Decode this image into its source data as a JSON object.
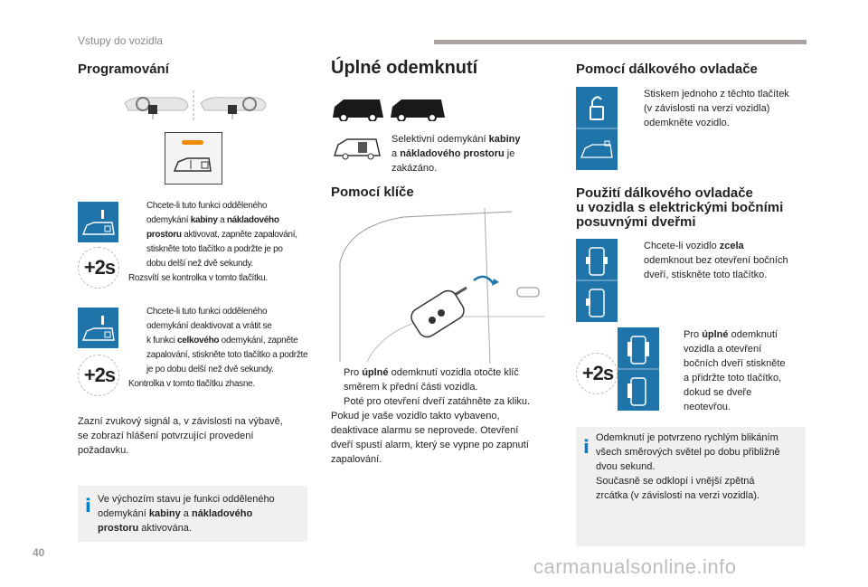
{
  "header": {
    "title": "Vstupy do vozidla"
  },
  "page_number": "40",
  "watermark": "carmanualsonline.info",
  "programming": {
    "heading": "Programování",
    "item1": {
      "bullet": "",
      "line1": "Chcete-li tuto funkci odděleného",
      "line2_pre": "odemykání ",
      "line2_b1": "kabiny",
      "line2_mid": " a ",
      "line2_b2": "nákladového",
      "line3_b": "prostoru",
      "line3_post": " aktivovat, zapněte zapalování,",
      "line4": "stiskněte toto tlačítko a podržte je po",
      "line5": "dobu delší než dvě sekundy.",
      "line6": "Rozsvítí se kontrolka v tomto tlačítku."
    },
    "item2": {
      "bullet": "",
      "line1": "Chcete-li tuto funkci odděleného",
      "line2": "odemykání deaktivovat a vrátit se",
      "line3_pre": "k funkci ",
      "line3_b": "celkového",
      "line3_post": " odemykání, zapněte",
      "line4": "zapalování, stiskněte toto tlačítko a podržte",
      "line5": "je po dobu delší než dvě sekundy.",
      "line6": "Kontrolka v tomto tlačítku zhasne."
    },
    "twos_label": "+2s",
    "para": {
      "line1": "Zazní zvukový signál a, v závislosti na výbavě,",
      "line2": "se zobrazí hlášení potvrzující provedení",
      "line3": "požadavku."
    },
    "info": {
      "icon": "i",
      "line1": "Ve výchozím stavu je funkci odděleného",
      "line2_pre": "odemykání ",
      "line2_b1": "kabiny",
      "line2_mid": " a ",
      "line2_b2": "nákladového",
      "line3_b": "prostoru",
      "line3_post": " aktivována."
    }
  },
  "full_unlock": {
    "heading": "Úplné odemknutí",
    "selective": {
      "line1_pre": "Selektivní odemykání ",
      "line1_b": "kabiny",
      "line2_pre": "a ",
      "line2_b": "nákladového prostoru",
      "line2_post": " je",
      "line3": "zakázáno."
    },
    "key": {
      "heading": "Pomocí klíče",
      "bullet1_pre": "Pro ",
      "bullet1_b": "úplné",
      "bullet1_post": " odemknutí vozidla otočte klíč",
      "bullet1_line2": "směrem k přední části vozidla.",
      "bullet2": "Poté pro otevření dveří zatáhněte za kliku.",
      "para_line1": "Pokud je vaše vozidlo takto vybaveno,",
      "para_line2": "deaktivace alarmu se neprovede. Otevření",
      "para_line3": "dveří spustí alarm, který se vypne po zapnutí",
      "para_line4": "zapalování."
    }
  },
  "remote": {
    "heading": "Pomocí dálkového ovladače",
    "line1": "Stiskem jednoho z těchto tlačítek",
    "line2": "(v závislosti na verzi vozidla)",
    "line3": "odemkněte vozidlo."
  },
  "sliding": {
    "heading_line1": "Použití dálkového ovladače",
    "heading_line2": "u vozidla s elektrickými bočními",
    "heading_line3": "posuvnými dveřmi",
    "item1_pre": "Chcete-li vozidlo ",
    "item1_b": "zcela",
    "item1_line2": "odemknout bez otevření bočních",
    "item1_line3": "dveří, stiskněte toto tlačítko.",
    "item2_pre": "Pro ",
    "item2_b": "úplné",
    "item2_post": " odemknutí",
    "item2_line2": "vozidla a otevření",
    "item2_line3": "bočních dveří stiskněte",
    "item2_line4": "a přidržte toto tlačítko,",
    "item2_line5": "dokud se dveře",
    "item2_line6": "neotevřou.",
    "info": {
      "line1": "Odemknutí je potvrzeno rychlým blikáním",
      "line2": "všech směrových světel po dobu přibližně",
      "line3": "dvou sekund.",
      "line4": "Současně se odklopí i vnější zpětná",
      "line5": "zrcátka (v závislosti na verzi vozidla)."
    }
  },
  "colors": {
    "blue": "#1f74a9",
    "info_bg": "#f1f0ee",
    "info_icon": "#0080c8",
    "header_bar": "#aaa39f"
  }
}
